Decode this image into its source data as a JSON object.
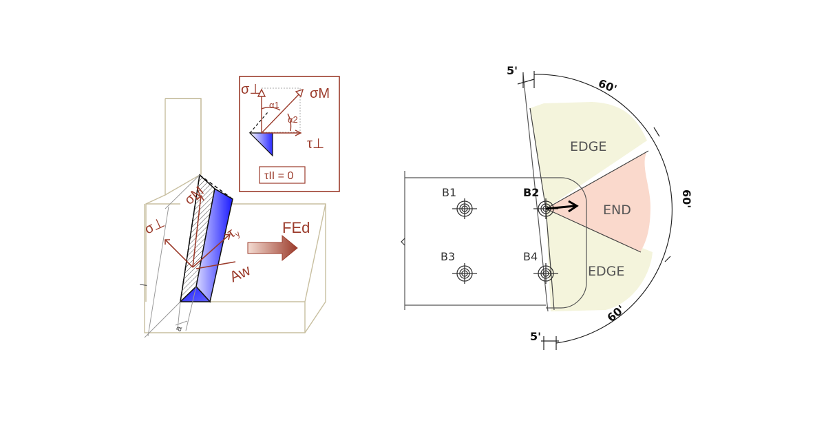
{
  "weld": {
    "sigma_perp": "σ⊥",
    "sigma_m": "σM",
    "tau_perp": "τ⊥",
    "alpha1": "α1",
    "alpha2": "α2",
    "tau_par_zero": "τII = 0",
    "force": "FEd",
    "aw": "Aw",
    "l": "l",
    "a": "a",
    "colors": {
      "annotation": "#9b3b2b",
      "weld_blue": "#2020ff",
      "plate_line": "#c8bfa0"
    }
  },
  "bolts": {
    "labels": [
      "B1",
      "B2",
      "B3",
      "B4"
    ],
    "region_edge": "EDGE",
    "region_end": "END",
    "angle_5": "5'",
    "angle_60": "60'",
    "colors": {
      "edge_fill": "#f4f4dc",
      "end_fill": "#fad9cc"
    }
  }
}
